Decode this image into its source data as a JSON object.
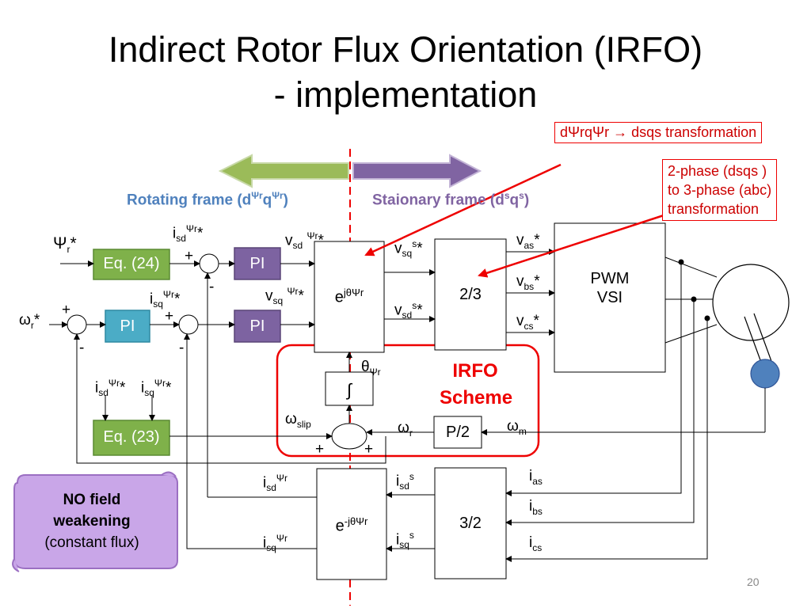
{
  "title_line1": "Indirect Rotor Flux Orientation (IRFO)",
  "title_line2": "- implementation",
  "frames": {
    "rotating": "Rotating frame (d",
    "rotating_sup": "Ψr",
    "rotating_mid": "q",
    "rotating_sup2": "Ψr",
    "rotating_end": ")",
    "stationary": "Staionary frame (d",
    "stationary_sup": "s",
    "stationary_mid": "q",
    "stationary_sup2": "s",
    "stationary_end": ")"
  },
  "callouts": {
    "transform1": "dΨrqΨr → dsqs transformation",
    "transform2_l1": "2-phase (dsqs )",
    "transform2_l2": " to 3-phase (abc)",
    "transform2_l3": "transformation"
  },
  "blocks": {
    "eq24": "Eq. (24)",
    "eq23": "Eq. (23)",
    "pi": "PI",
    "rot_fwd_base": "e",
    "rot_fwd_sup": "jθΨr",
    "rot_inv_base": "e",
    "rot_inv_sup": "-jθΨr",
    "two_three": "2/3",
    "three_two": "3/2",
    "pwm": "PWM",
    "vsi": "VSI",
    "integrator": "∫",
    "p2": "P/2"
  },
  "irfo": {
    "line1": "IRFO",
    "line2": "Scheme"
  },
  "scroll": {
    "line1": "NO field",
    "line2": "weakening",
    "line3": "(constant flux)"
  },
  "page_number": "20",
  "colors": {
    "eq_box": "#7fb14a",
    "pi_purple": "#7d63a1",
    "pi_blue": "#4bacc6",
    "arrow_green": "#9bbb59",
    "arrow_purple": "#8064a2",
    "irfo_red": "#e00000",
    "scroll_fill": "#c9a6e8",
    "motor_fill": "#4f81bd"
  }
}
